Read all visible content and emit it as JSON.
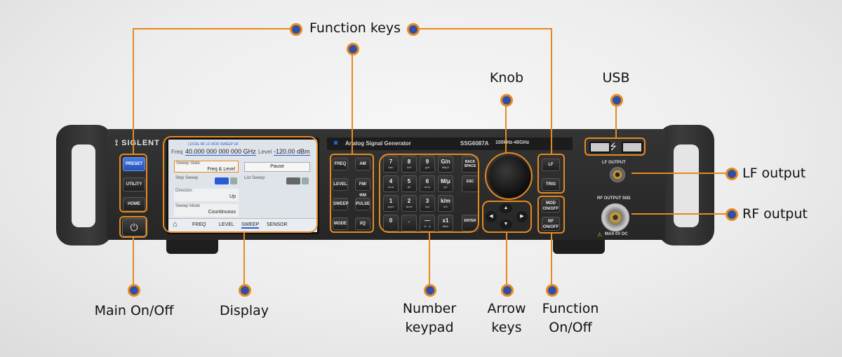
{
  "labels": {
    "function_keys": "Function keys",
    "knob": "Knob",
    "usb": "USB",
    "lf_output": "LF output",
    "rf_output": "RF output",
    "main_onoff": "Main On/Off",
    "display": "Display",
    "number_keypad_1": "Number",
    "number_keypad_2": "keypad",
    "arrow_keys_1": "Arrow",
    "arrow_keys_2": "keys",
    "function_onoff_1": "Function",
    "function_onoff_2": "On/Off"
  },
  "device": {
    "brand": "SIGLENT",
    "product": "Analog Signal Generator",
    "model": "SSG6087A",
    "range": "100kHz-40GHz",
    "lf_output_label": "LF OUTPUT",
    "rf_output_label": "RF OUTPUT 50Ω",
    "warning_label": "MAX 0V DC"
  },
  "left_keys": {
    "preset": "PRESET",
    "utility": "UTILITY",
    "home": "HOME"
  },
  "screen": {
    "status_items": "LOCAL  RF  LF  MOD  SWEEP  UF",
    "freq_label": "Freq",
    "freq_value": "40.000 000 000 000",
    "freq_unit": "GHz",
    "level_label": "Level",
    "level_value": "-120.00",
    "level_unit": "dBm",
    "sweep_state_label": "Sweep State",
    "sweep_state_value": "Freq & Level",
    "pause_button": "Pause",
    "step_sweep_label": "Step Sweep",
    "list_sweep_label": "List Sweep",
    "direction_label": "Direction",
    "direction_value": "Up",
    "sweep_mode_label": "Sweep Mode",
    "sweep_mode_value": "Countinuous",
    "tabs": [
      "FREQ",
      "LEVEL",
      "SWEEP",
      "SENSOR"
    ],
    "active_tab": "SWEEP"
  },
  "function_keys": {
    "col1": [
      "FREQ",
      "LEVEL",
      "SWEEP",
      "MODE"
    ],
    "col2": [
      "AM",
      "FM/ΦM",
      "PULSE",
      "I/Q"
    ]
  },
  "keypad": {
    "rows": [
      [
        {
          "d": "7",
          "s": "abc"
        },
        {
          "d": "8",
          "s": "def"
        },
        {
          "d": "9",
          "s": "ghi"
        },
        {
          "d": "G/n",
          "s": "dBμV"
        }
      ],
      [
        {
          "d": "4",
          "s": "mno"
        },
        {
          "d": "5",
          "s": "jkl"
        },
        {
          "d": "6",
          "s": "mno"
        },
        {
          "d": "M/μ",
          "s": "μV"
        }
      ],
      [
        {
          "d": "1",
          "s": "pqrs"
        },
        {
          "d": "2",
          "s": "tuvw"
        },
        {
          "d": "3",
          "s": "xyz"
        },
        {
          "d": "k/m",
          "s": "mV"
        }
      ],
      [
        {
          "d": "0",
          "s": "_"
        },
        {
          "d": ".",
          "s": ""
        },
        {
          "d": "—",
          "s": "A⇔a"
        },
        {
          "d": "x1",
          "s": "dBm"
        }
      ]
    ],
    "right_col": [
      "BACK SPACE",
      "ESC",
      "",
      "ENTER"
    ]
  },
  "right_keys": {
    "lf": "LF",
    "trig": "TRIG",
    "mod_onoff": "MOD ON/OFF",
    "rf_onoff": "RF ON/OFF"
  },
  "colors": {
    "callout": "#e58a1f",
    "dot_fill": "#2f4fa8",
    "panel": "#2b2b2b",
    "screen_accent": "#2a5bd7"
  }
}
